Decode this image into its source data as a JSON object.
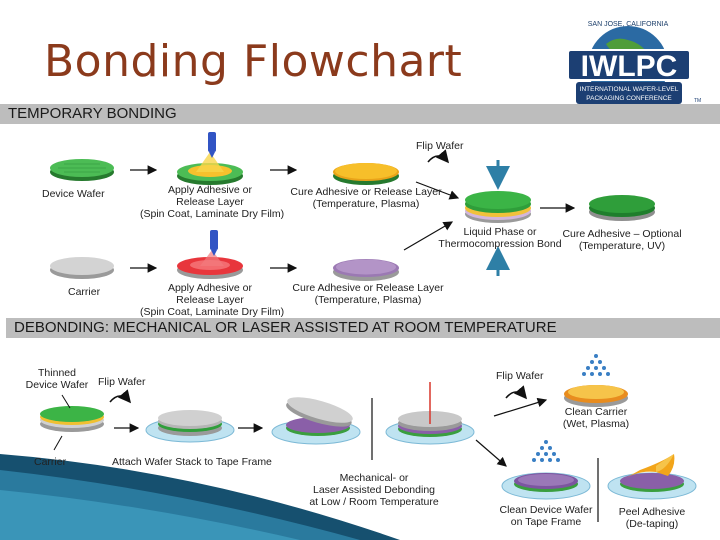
{
  "title": "Bonding Flowchart",
  "logo": {
    "top_arc": "SAN JOSE, CALIFORNIA",
    "main": "IWLPC",
    "sub1": "INTERNATIONAL WAFER-LEVEL",
    "sub2": "PACKAGING CONFERENCE",
    "tm": "TM"
  },
  "sections": {
    "temporary": "TEMPORARY BONDING",
    "debonding": "DEBONDING: MECHANICAL OR LASER ASSISTED AT ROOM TEMPERATURE"
  },
  "temporary": {
    "device_wafer": "Device Wafer",
    "apply_top": [
      "Apply Adhesive or",
      "Release Layer",
      "(Spin Coat, Laminate Dry Film)"
    ],
    "cure_top": [
      "Cure Adhesive or Release Layer",
      "(Temperature, Plasma)"
    ],
    "flip_wafer": "Flip Wafer",
    "carrier": "Carrier",
    "apply_bottom": [
      "Apply Adhesive or",
      "Release Layer",
      "(Spin Coat, Laminate Dry Film)"
    ],
    "cure_bottom": [
      "Cure Adhesive or Release Layer",
      "(Temperature, Plasma)"
    ],
    "bond": [
      "Liquid Phase or",
      "Thermocompression Bond"
    ],
    "cure_optional": [
      "Cure Adhesive – Optional",
      "(Temperature, UV)"
    ]
  },
  "debonding": {
    "thinned": [
      "Thinned",
      "Device Wafer"
    ],
    "flip_wafer_1": "Flip Wafer",
    "carrier": "Carrier",
    "attach": "Attach Wafer Stack to Tape Frame",
    "debond": [
      "Mechanical- or",
      "Laser Assisted Debonding",
      "at Low / Room Temperature"
    ],
    "flip_wafer_2": "Flip Wafer",
    "clean_carrier": [
      "Clean Carrier",
      "(Wet, Plasma)"
    ],
    "clean_device": [
      "Clean Device Wafer",
      "on Tape Frame"
    ],
    "peel": [
      "Peel Adhesive",
      "(De-taping)"
    ]
  },
  "colors": {
    "title": "#8b3a1c",
    "band": "#bdbdbd",
    "wafer_green": "#3fae49",
    "carrier_gray": "#c7c7c7",
    "adhesive_yellow": "#f2b21b",
    "adhesive_red": "#e8333a",
    "purple": "#8a5fa8",
    "blue_arrow": "#2e7fa6",
    "tape": "#bfe3f1"
  }
}
